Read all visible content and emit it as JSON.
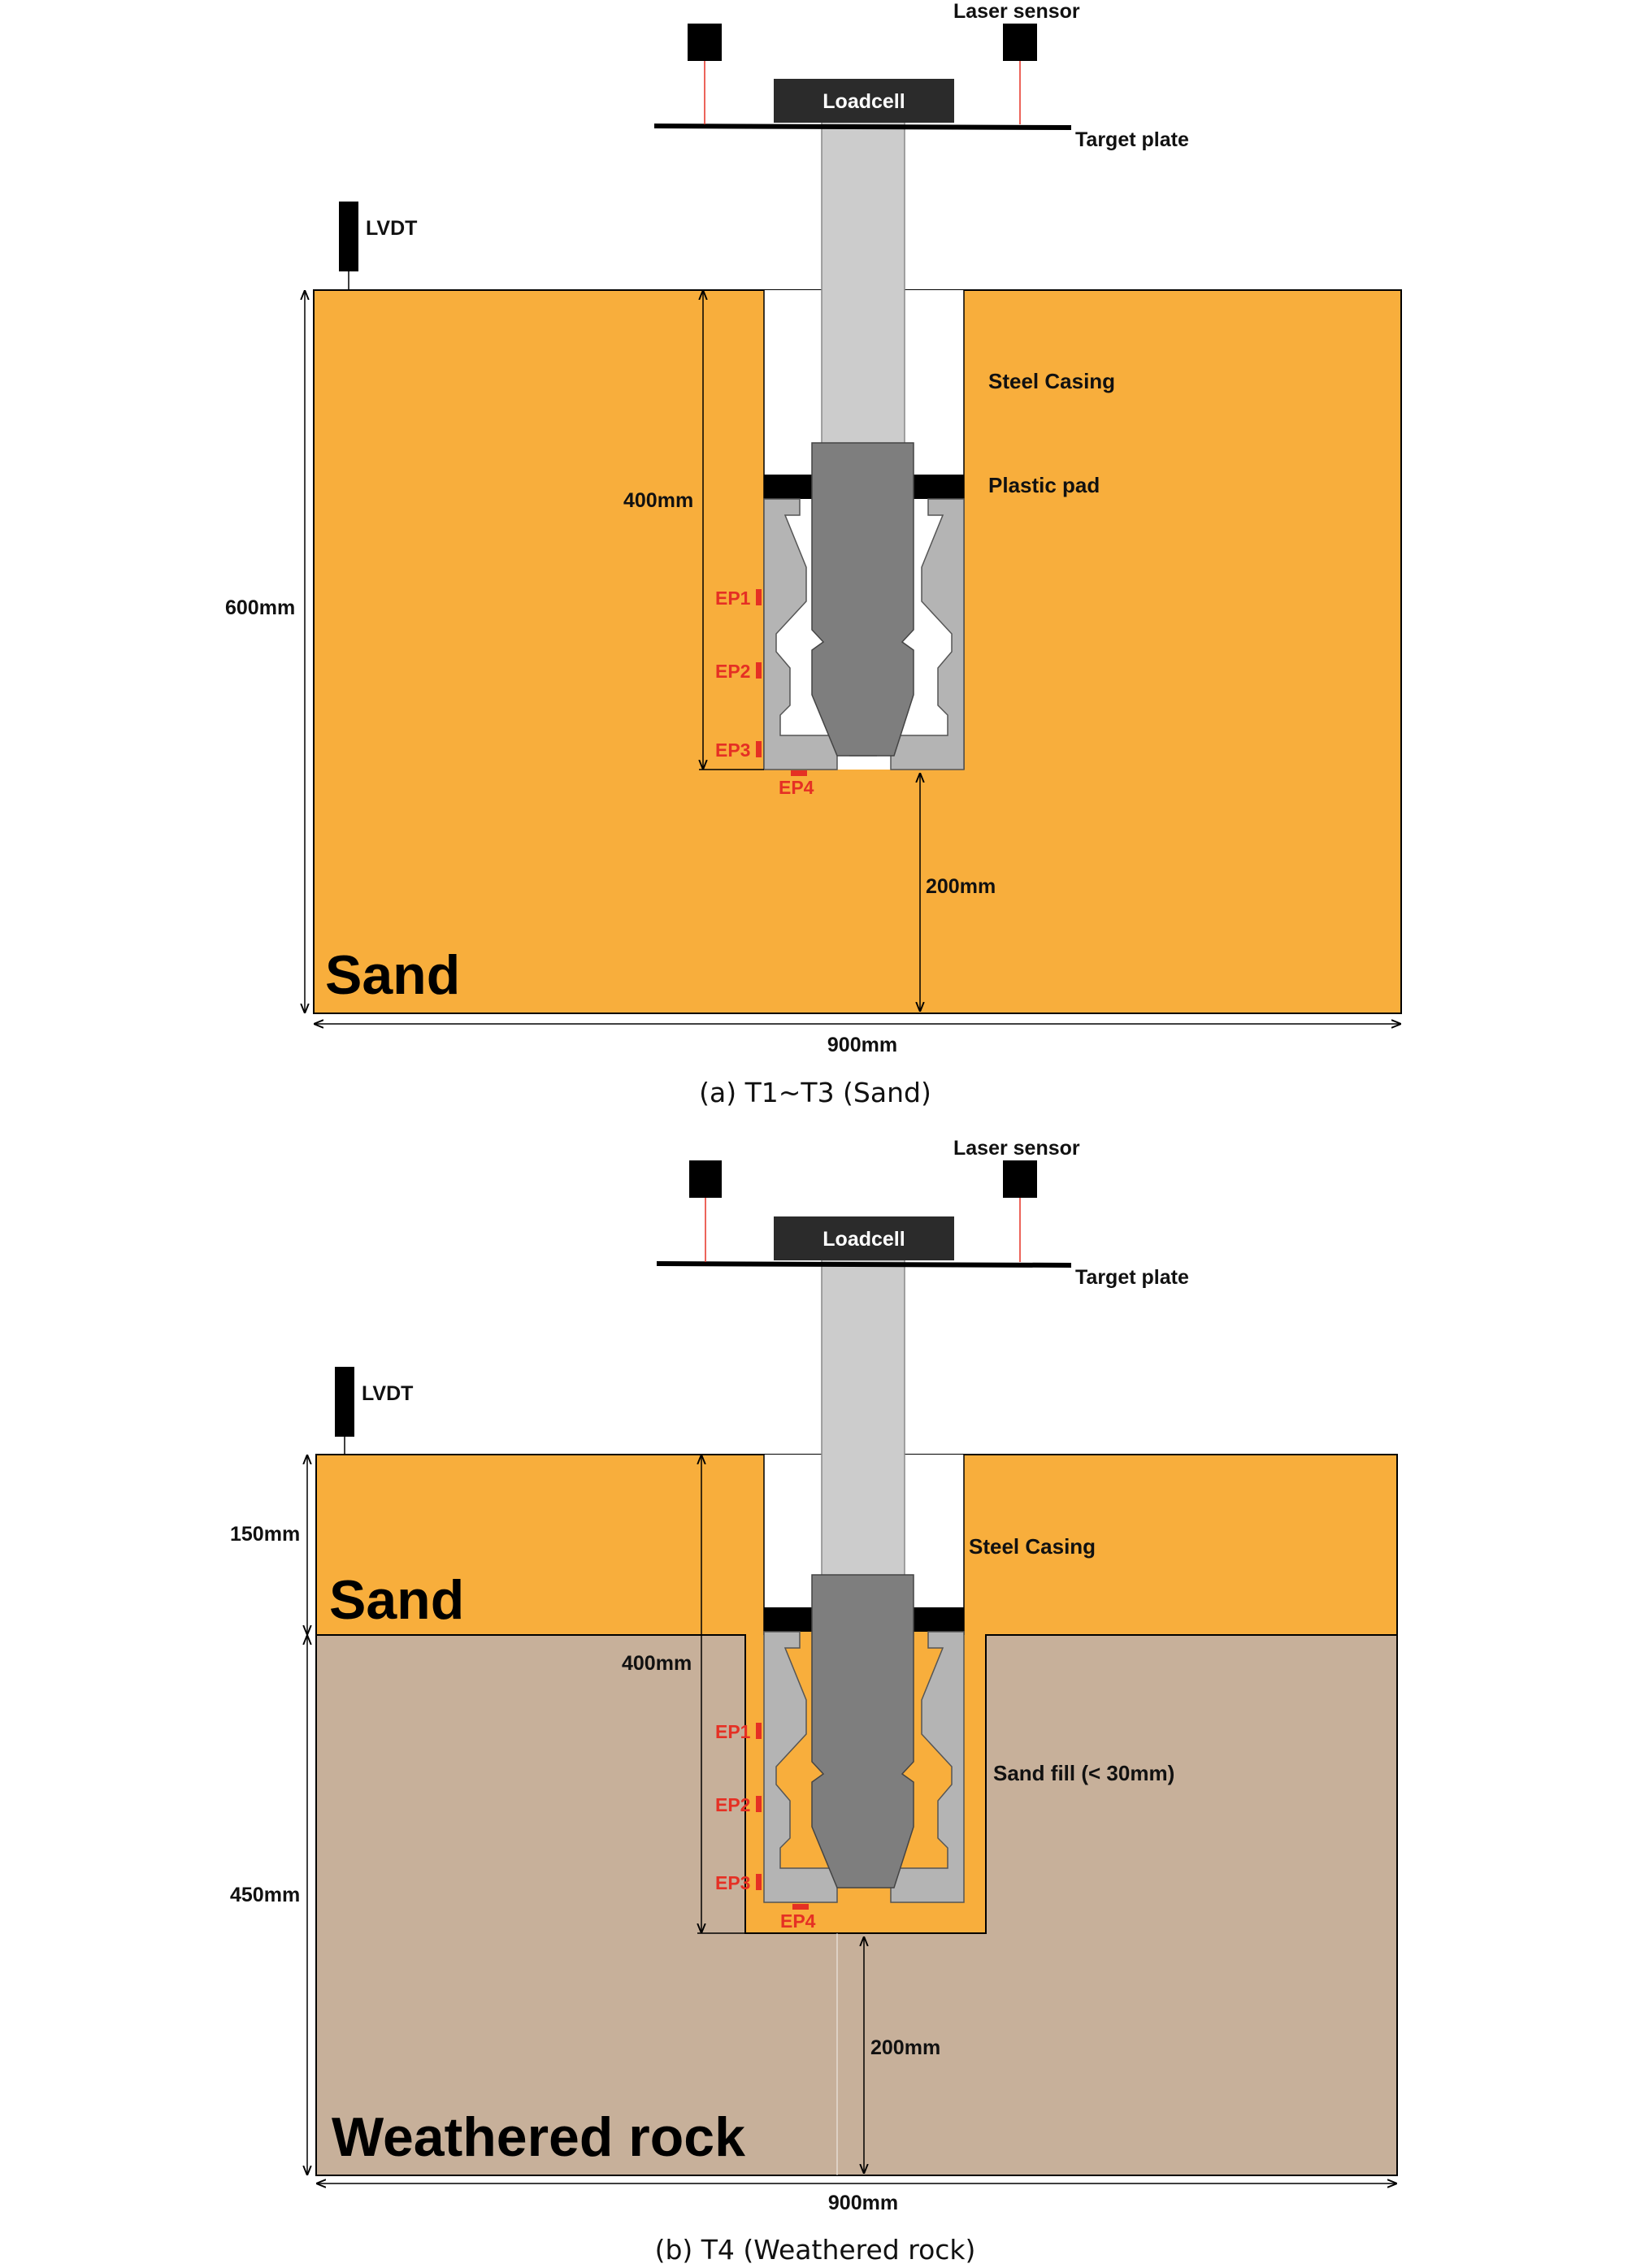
{
  "colors": {
    "sand": "#F8AE3C",
    "weathered_rock": "#C7B09A",
    "steel_rod": "#CCCCCC",
    "pile_core": "#7E7E7E",
    "anchor_body": "#B4B4B4",
    "sensor_red": "#E53024",
    "black": "#000000",
    "loadcell_bg": "#2B2B2B"
  },
  "diagram_a": {
    "laser_sensor_label": "Laser sensor",
    "loadcell_label": "Loadcell",
    "target_plate_label": "Target plate",
    "lvdt_label": "LVDT",
    "steel_casing_label": "Steel Casing",
    "plastic_pad_label": "Plastic pad",
    "dim_400": "400mm",
    "dim_600": "600mm",
    "dim_200": "200mm",
    "dim_900": "900mm",
    "ep1": "EP1",
    "ep2": "EP2",
    "ep3": "EP3",
    "ep4": "EP4",
    "soil_label": "Sand",
    "caption": "(a) T1~T3 (Sand)"
  },
  "diagram_b": {
    "laser_sensor_label": "Laser sensor",
    "loadcell_label": "Loadcell",
    "target_plate_label": "Target plate",
    "lvdt_label": "LVDT",
    "steel_casing_label": "Steel Casing",
    "sand_fill_label": "Sand fill (< 30mm)",
    "dim_150": "150mm",
    "dim_450": "450mm",
    "dim_400": "400mm",
    "dim_200": "200mm",
    "dim_900": "900mm",
    "ep1": "EP1",
    "ep2": "EP2",
    "ep3": "EP3",
    "ep4": "EP4",
    "sand_label": "Sand",
    "rock_label": "Weathered rock",
    "caption": "(b) T4 (Weathered rock)"
  }
}
